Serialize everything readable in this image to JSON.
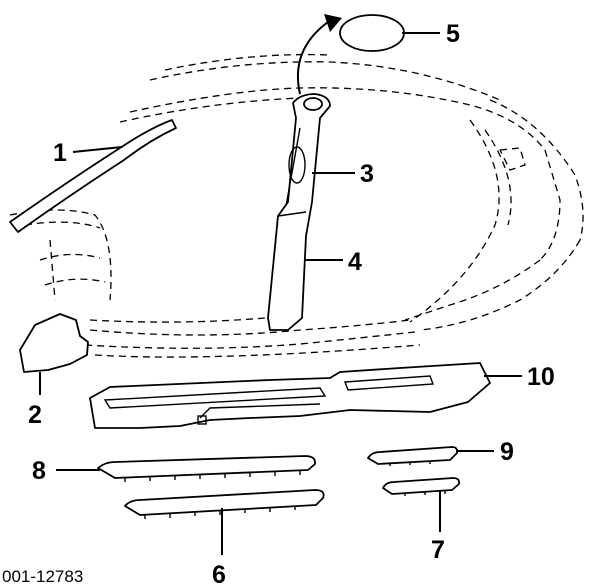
{
  "diagram": {
    "figure_id": "001-12783",
    "callouts": [
      "1",
      "2",
      "3",
      "4",
      "5",
      "6",
      "7",
      "8",
      "9",
      "10"
    ],
    "colors": {
      "ink": "#000000",
      "paper": "#ffffff",
      "shade": "#e8e8e8"
    }
  }
}
